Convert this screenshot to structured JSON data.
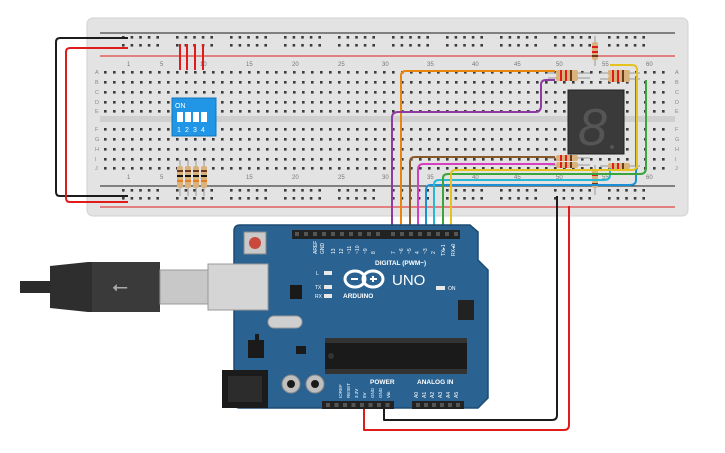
{
  "breadboard": {
    "column_numbers": [
      "1",
      "5",
      "10",
      "15",
      "20",
      "25",
      "30",
      "35",
      "40",
      "45",
      "50",
      "55",
      "60"
    ],
    "row_letters_top": [
      "A",
      "B",
      "C",
      "D",
      "E"
    ],
    "row_letters_bottom": [
      "F",
      "G",
      "H",
      "I",
      "J"
    ]
  },
  "dip_switch": {
    "on_label": "ON",
    "switch_labels": [
      "1",
      "2",
      "3",
      "4"
    ]
  },
  "seven_segment": {
    "digit": "8"
  },
  "arduino": {
    "logo_text": "ARDUINO",
    "model": "UNO",
    "digital_header_label": "DIGITAL (PWM~)",
    "digital_pins": [
      "AREF",
      "GND",
      "13",
      "12",
      "~11",
      "~10",
      "~9",
      "8",
      "7",
      "~6",
      "~5",
      "4",
      "~3",
      "2",
      "TX▸1",
      "RX◂0"
    ],
    "led_labels": [
      "L",
      "TX",
      "RX"
    ],
    "on_label": "ON",
    "power_label": "POWER",
    "power_pins": [
      "IOREF",
      "RESET",
      "3.3V",
      "5V",
      "GND",
      "GND",
      "Vin"
    ],
    "analog_label": "ANALOG IN",
    "analog_pins": [
      "A0",
      "A1",
      "A2",
      "A3",
      "A4",
      "A5"
    ]
  },
  "colors": {
    "breadboard": "#e3e3e3",
    "arduino_board": "#2a6291",
    "wire_red": "#e01b1b",
    "wire_black": "#1c1c1c",
    "wire_orange": "#e8860b",
    "wire_purple": "#8e3aa3",
    "wire_brown": "#8b5a2b",
    "wire_magenta": "#d63fc1",
    "wire_blue": "#1c8fd6",
    "wire_cyan": "#27b8d8",
    "wire_green": "#3aa63a",
    "wire_yellow": "#e6c21f"
  }
}
